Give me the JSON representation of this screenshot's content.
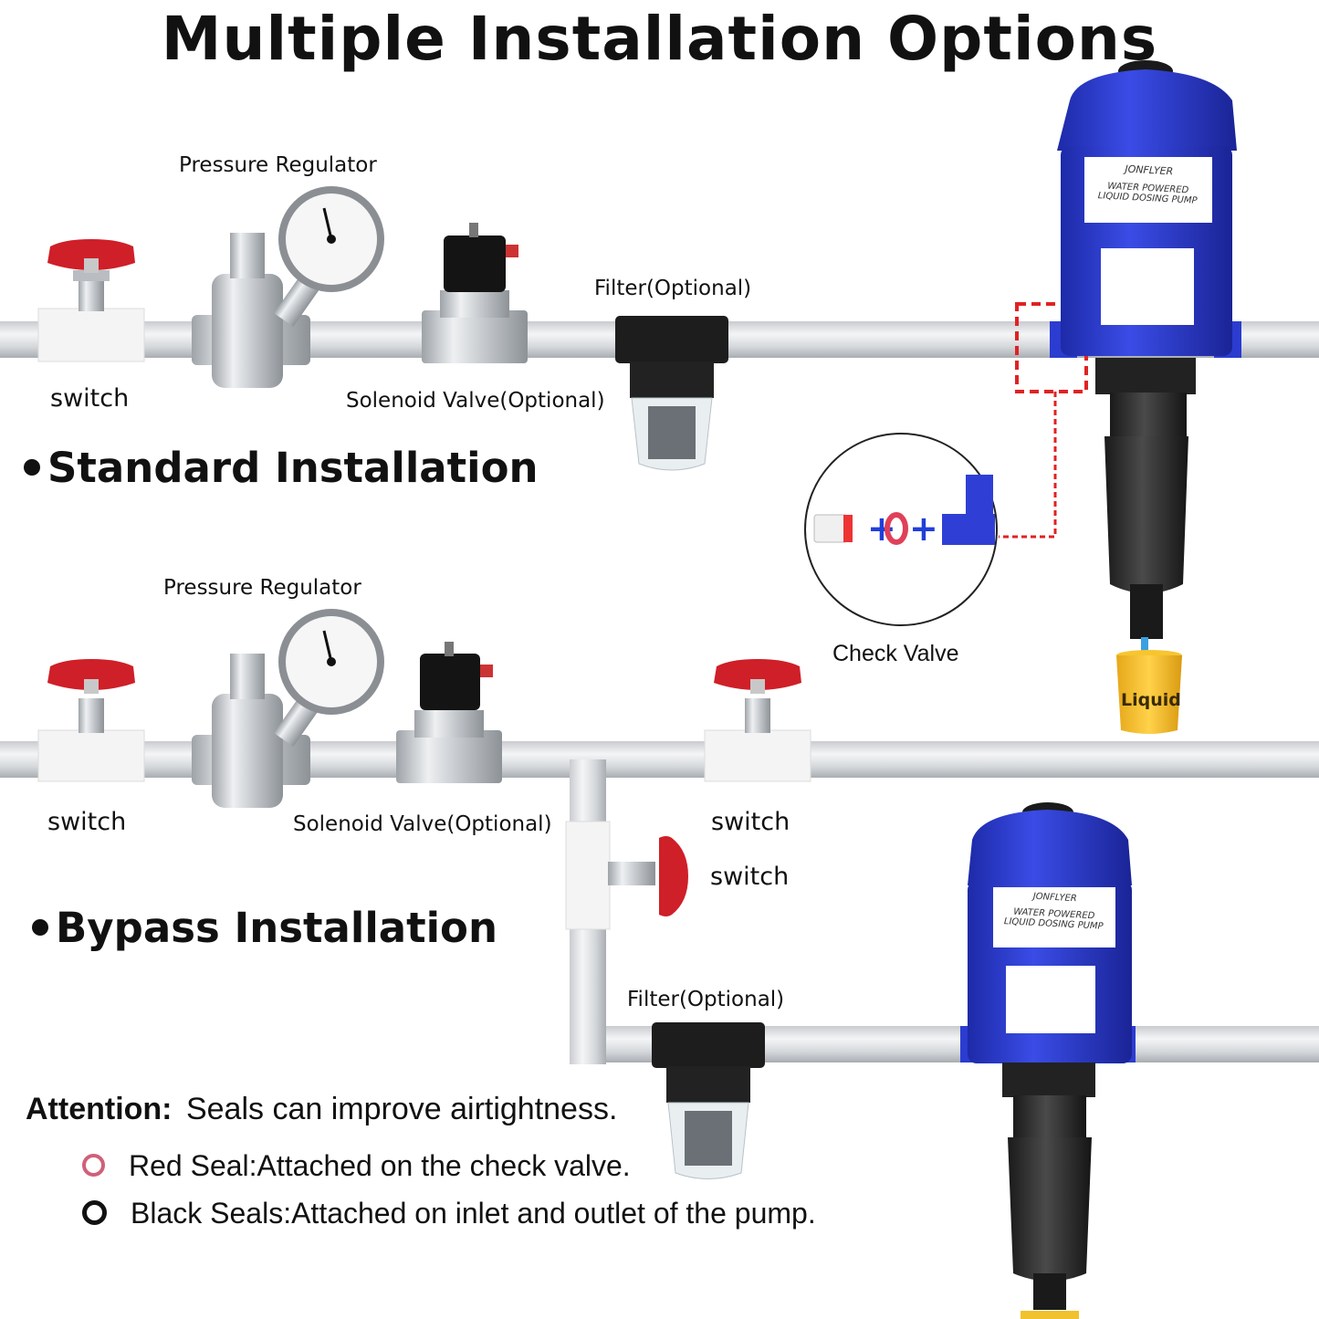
{
  "title": "Multiple Installation Options",
  "standard": {
    "heading": "Standard Installation",
    "pressure_regulator": "Pressure Regulator",
    "switch": "switch",
    "solenoid_valve": "Solenoid Valve(Optional)",
    "filter": "Filter(Optional)"
  },
  "check_valve": {
    "label": "Check Valve",
    "liquid": "Liquid"
  },
  "bypass": {
    "heading": "Bypass Installation",
    "pressure_regulator": "Pressure Regulator",
    "switch_left": "switch",
    "solenoid_valve": "Solenoid Valve(Optional)",
    "switch_right_top": "switch",
    "switch_right_bottom": "switch",
    "filter": "Filter(Optional)"
  },
  "pump": {
    "brand": "JONFLYER",
    "line1": "WATER POWERED",
    "line2": "LIQUID DOSING PUMP"
  },
  "attention": {
    "label": "Attention:",
    "text": "Seals can improve airtightness.",
    "red_seal": "Red Seal:Attached on the check valve.",
    "black_seals": "Black Seals:Attached on inlet and outlet of the pump."
  },
  "colors": {
    "pump_blue": "#2f3fd6",
    "valve_red": "#d8202a",
    "red_seal": "#d0607a",
    "black_seal": "#111111"
  }
}
